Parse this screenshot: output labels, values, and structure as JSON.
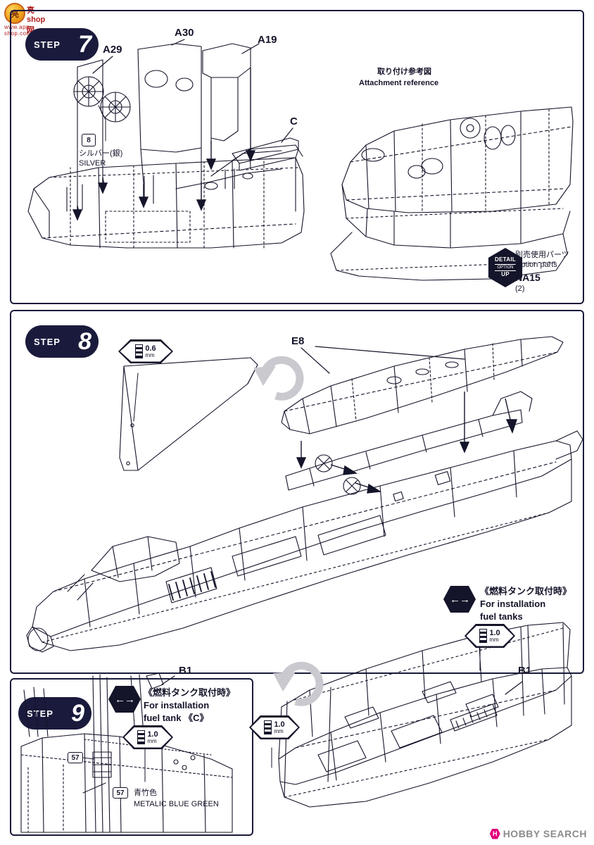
{
  "watermark_top": {
    "circle_char": "亮",
    "line1": "亮-shop网",
    "line2": "www.app-shop.com"
  },
  "watermark_bottom": {
    "icon": "hobby-hexagon-icon",
    "icon_char": "H",
    "text": "HOBBY SEARCH"
  },
  "steps": [
    {
      "id": "step7",
      "word": "STEP",
      "number": "7",
      "part_labels": [
        "A29",
        "A30",
        "A19",
        "C"
      ],
      "paint": {
        "number": "8",
        "jp": "シルバー(銀)",
        "en": "SILVER"
      },
      "reference": {
        "jp": "取り付け参考図",
        "en": "Attachment reference"
      },
      "option": {
        "badge_top": "DETAIL",
        "badge_mid": "OPTION",
        "badge_bottom": "UP",
        "jp": "別売使用パーツ",
        "en": "Option parts",
        "part": "NA15",
        "qty": "(2)"
      }
    },
    {
      "id": "step8",
      "word": "STEP",
      "number": "8",
      "part_labels": [
        "E8",
        "B1"
      ],
      "thickness_tags": [
        {
          "value": "0.6",
          "unit": "mm"
        },
        {
          "value": "1.0",
          "unit": "mm"
        }
      ],
      "fuel_tank_note": {
        "jp": "《燃料タンク取付時》",
        "en_line1": "For installation",
        "en_line2": "fuel tanks"
      }
    },
    {
      "id": "step9",
      "word": "STEP",
      "number": "9",
      "part_labels": [
        "B1"
      ],
      "paint_chips": [
        "57",
        "57"
      ],
      "paint": {
        "jp": "青竹色",
        "en": "METALIC BLUE GREEN"
      },
      "thickness_tags": [
        {
          "value": "1.0",
          "unit": "mm"
        }
      ],
      "fuel_tank_note": {
        "jp": "《燃料タンク取付時》",
        "en_line1": "For installation",
        "en_line2": "fuel tank 《C》"
      }
    }
  ]
}
